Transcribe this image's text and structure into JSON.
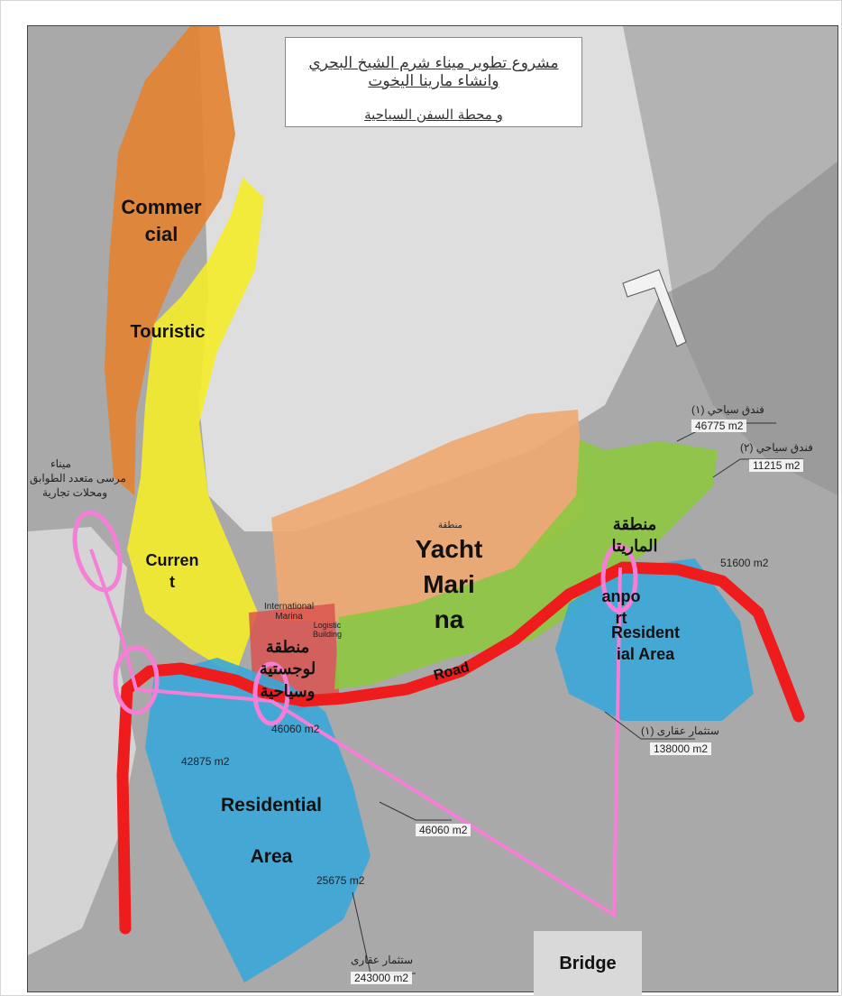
{
  "map": {
    "title_line1": "مشروع تطوير ميناء شرم الشيخ البحري وانشاء مارينا اليخوت",
    "title_line2": "و محطة السفن السياحية",
    "zones": {
      "commercial": "Commer\ncial",
      "touristic": "Touristic",
      "current": "Curren\nt",
      "yacht_marina": "Yacht\nMari\nna",
      "road": "Road",
      "residential_west": "Residential\n\nArea",
      "residential_east": "Resident\nial Area",
      "arabic_marina": "منطقة\nالماريتا",
      "airport": "anpo\nrt",
      "arabic_logistics": "منطقة\nلوجستية\nوسياحية"
    },
    "bridge_label": "Bridge",
    "annotations": {
      "hotel1_name": "فندق سياحي (١)",
      "hotel1_area": "46775 m2",
      "hotel2_name": "فندق سياحي (٢)",
      "hotel2_area": "11215 m2",
      "east_area": "51600 m2",
      "invest1_name": "ستثمار عقارى (١)",
      "invest1_area": "138000 m2",
      "west_area1": "46060 m2",
      "west_area2": "46060 m2",
      "west_area3": "42875 m2",
      "west_area4": "25675 m2",
      "invest2_name": "ستثمار عقارى",
      "invest2_area": "243000 m2",
      "port_line1": "ميناء",
      "port_line2": "مرسى متعدد الطوابق",
      "port_line3": "ومحلات تجارية",
      "int_marina": "International\nMarina",
      "logistic_building": "Logistic\nBuilding",
      "manteqa": "منطقة"
    },
    "colors": {
      "commercial": "#e3822f",
      "touristic": "#f4ec2a",
      "yacht_marina": "#f0a870",
      "green_zone": "#8dc63f",
      "residential": "#3aa6d8",
      "logistics": "#d9534f",
      "road": "#ee1c1c",
      "bridge": "#f57fd6"
    }
  }
}
